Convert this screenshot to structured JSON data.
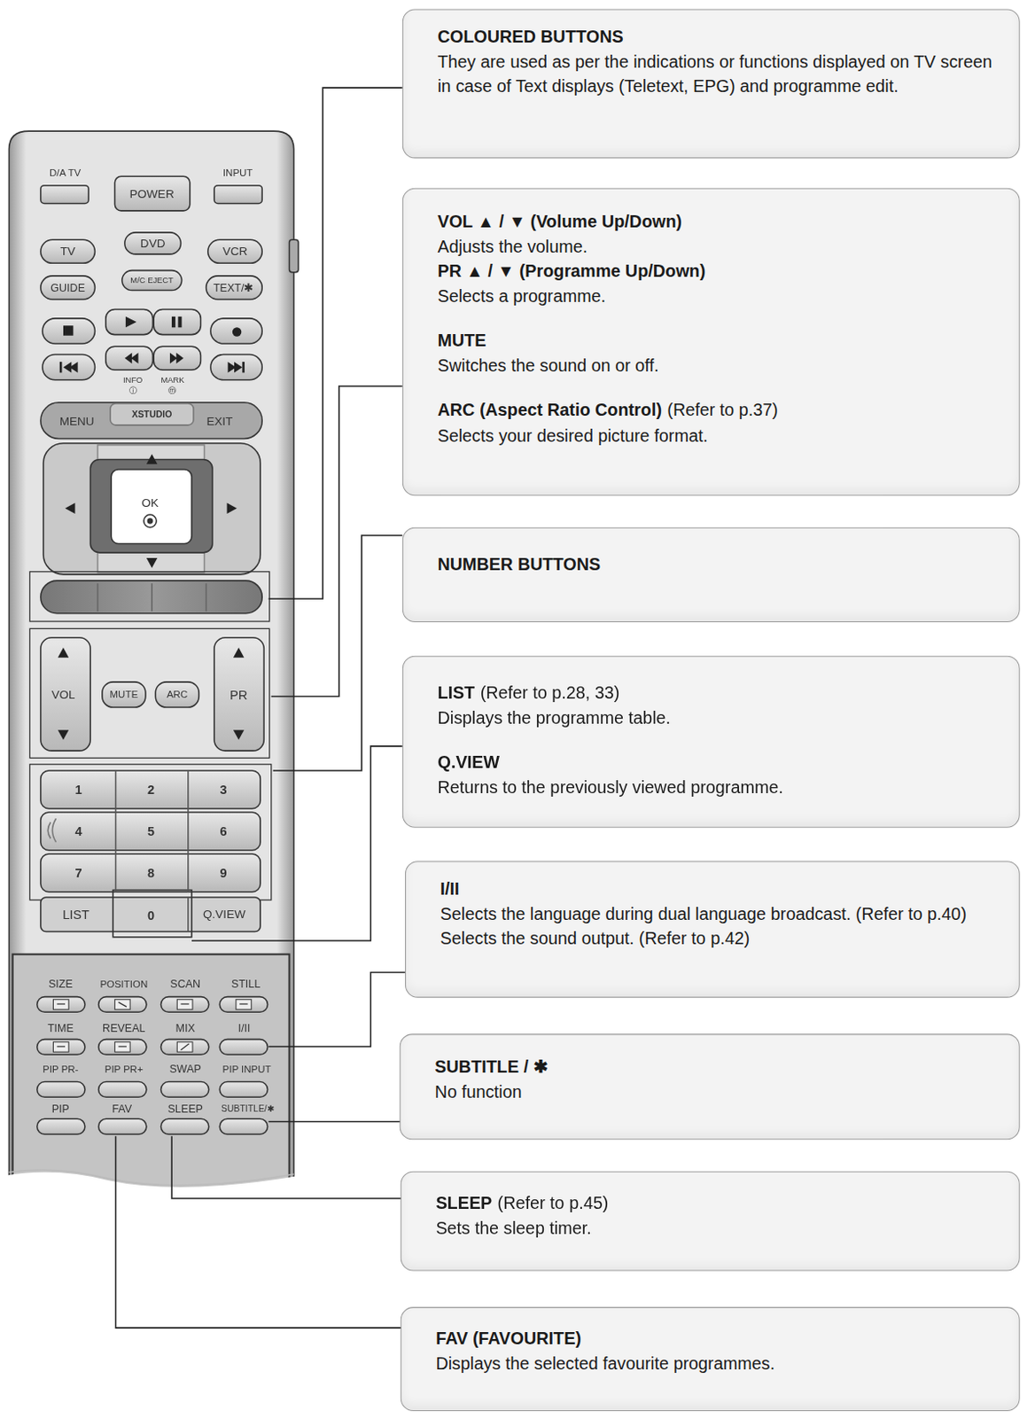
{
  "diagram": {
    "nodes": [
      {
        "text": [
          "COLOURED BUTTONS",
          "They are used as per the indications or functions displayed on TV screen in case of Text displays (Teletext, EPG) and programme edit."
        ]
      },
      {
        "text": [
          "VOL ▲ / ▼ (Volume Up/Down)",
          "Adjusts the volume.",
          "PR ▲ / ▼ (Programme Up/Down)",
          "Selects a programme.",
          "MUTE",
          "Switches the sound on or off.",
          "ARC (Aspect Ratio Control)",
          "(Refer to p.37)",
          "Selects your desired picture format."
        ]
      },
      {
        "text": [
          "NUMBER BUTTONS"
        ]
      },
      {
        "text": [
          "LIST",
          "(Refer to p.28, 33)",
          "Displays the programme table.",
          "Q.VIEW",
          "Returns to the previously viewed programme."
        ]
      },
      {
        "text": [
          "I/II",
          "Selects the language during dual language broadcast. (Refer to p.40)",
          "Selects the sound output. (Refer to p.42)"
        ]
      },
      {
        "text": [
          "SUBTITLE / ✱",
          "No function"
        ]
      },
      {
        "text": [
          "SLEEP",
          "(Refer to p.45)",
          "Sets the sleep timer."
        ]
      },
      {
        "text": [
          "FAV (FAVOURITE)",
          "Displays the selected favourite programmes."
        ]
      }
    ],
    "labels": [
      "D/A TV",
      "POWER",
      "INPUT",
      "TV",
      "DVD",
      "VCR",
      "GUIDE",
      "M/C EJECT",
      "TEXT/✱",
      "INFO",
      "MARK",
      "ⓘ",
      "ⓜ",
      "MENU",
      "XSTUDIO",
      "EXIT",
      "OK",
      "VOL",
      "MUTE",
      "ARC",
      "PR",
      "1",
      "2",
      "3",
      "4",
      "5",
      "6",
      "7",
      "8",
      "9",
      "LIST",
      "0",
      "Q.VIEW",
      "SIZE",
      "POSITION",
      "SCAN",
      "STILL",
      "TIME",
      "REVEAL",
      "MIX",
      "I/II",
      "PIP PR-",
      "PIP PR+",
      "SWAP",
      "PIP INPUT",
      "PIP",
      "FAV",
      "SLEEP",
      "SUBTITLE/✱"
    ]
  }
}
